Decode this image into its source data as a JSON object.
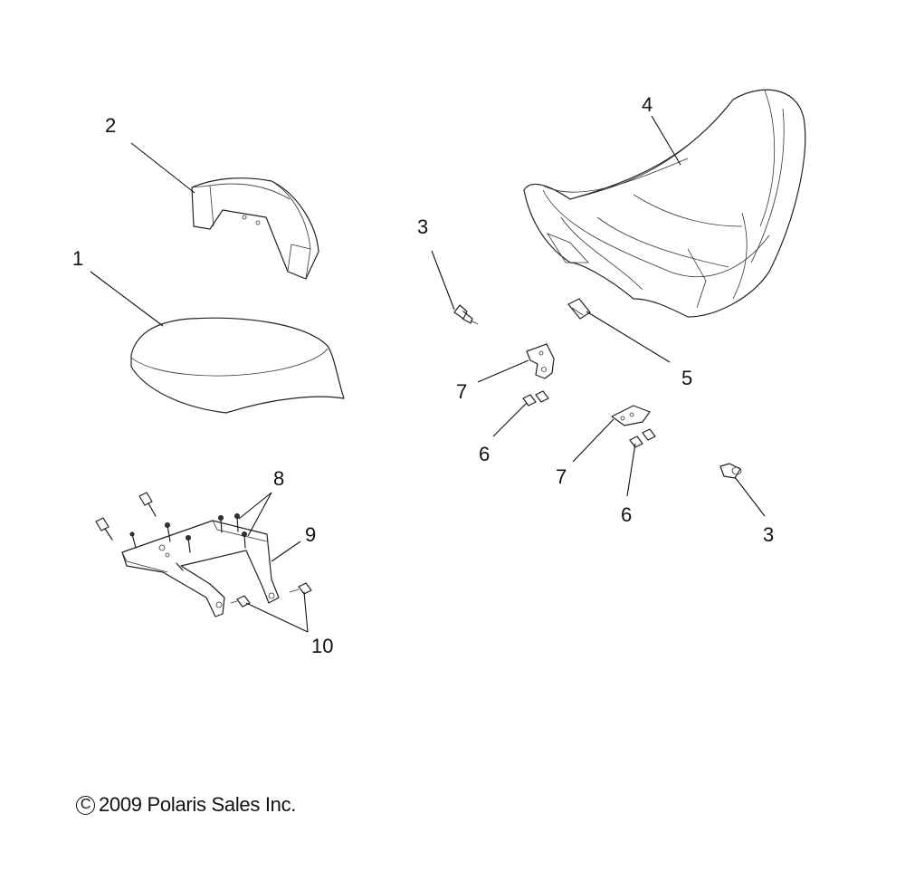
{
  "diagram": {
    "callouts": [
      "1",
      "2",
      "3",
      "4",
      "5",
      "6",
      "7",
      "8",
      "9",
      "10"
    ],
    "labels": {
      "l1": "1",
      "l2": "2",
      "l3a": "3",
      "l3b": "3",
      "l4": "4",
      "l5": "5",
      "l6a": "6",
      "l6b": "6",
      "l7a": "7",
      "l7b": "7",
      "l8": "8",
      "l9": "9",
      "l10": "10"
    }
  },
  "footer": {
    "copyright_symbol": "C",
    "copyright_text": "2009 Polaris Sales Inc."
  }
}
